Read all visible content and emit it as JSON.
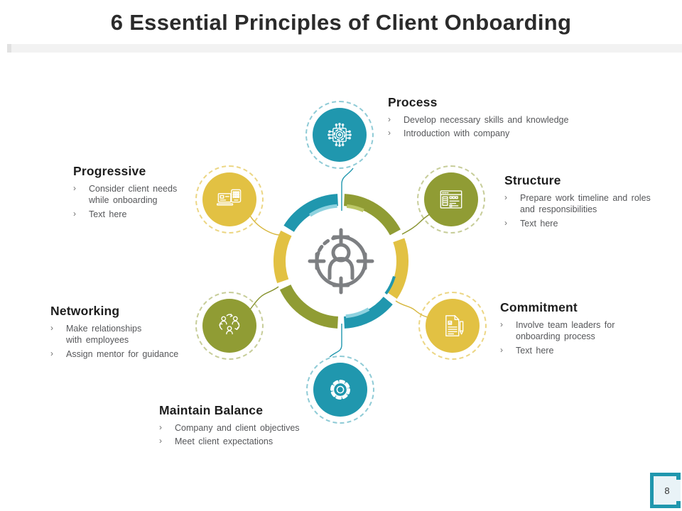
{
  "slide": {
    "title": "6 Essential Principles of Client Onboarding",
    "page_number": "8"
  },
  "bullet_marker": "›",
  "colors": {
    "teal": "#2097AE",
    "olive": "#909C34",
    "yellow": "#E2C143",
    "title_text": "#2b2b2b",
    "body_text": "#56575a",
    "title_bar": "#f2f2f2",
    "center_icon_gray": "#7d7f82",
    "page_box_fill": "#e9f3f7"
  },
  "center": {
    "icon": "person-target-icon"
  },
  "sections": [
    {
      "id": "process",
      "title": "Process",
      "color": "#2097AE",
      "icon": "chip-gear-icon",
      "bullets": [
        "Develop necessary skills and knowledge",
        "Introduction with company"
      ]
    },
    {
      "id": "structure",
      "title": "Structure",
      "color": "#909C34",
      "icon": "window-layout-icon",
      "bullets": [
        "Prepare work timeline and roles\nand responsibilities",
        "Text here"
      ]
    },
    {
      "id": "commitment",
      "title": "Commitment",
      "color": "#E2C143",
      "icon": "document-pencil-icon",
      "bullets": [
        "Involve team leaders for\nonboarding process",
        "Text here"
      ]
    },
    {
      "id": "maintain_balance",
      "title": "Maintain Balance",
      "color": "#2097AE",
      "icon": "gear-icon",
      "bullets": [
        "Company and client objectives",
        "Meet client expectations"
      ]
    },
    {
      "id": "networking",
      "title": "Networking",
      "color": "#909C34",
      "icon": "people-cycle-icon",
      "bullets": [
        "Make relationships\nwith employees",
        "Assign mentor for guidance"
      ]
    },
    {
      "id": "progressive",
      "title": "Progressive",
      "color": "#E2C143",
      "icon": "laptop-device-icon",
      "bullets": [
        "Consider client needs\nwhile onboarding",
        "Text here"
      ]
    }
  ]
}
